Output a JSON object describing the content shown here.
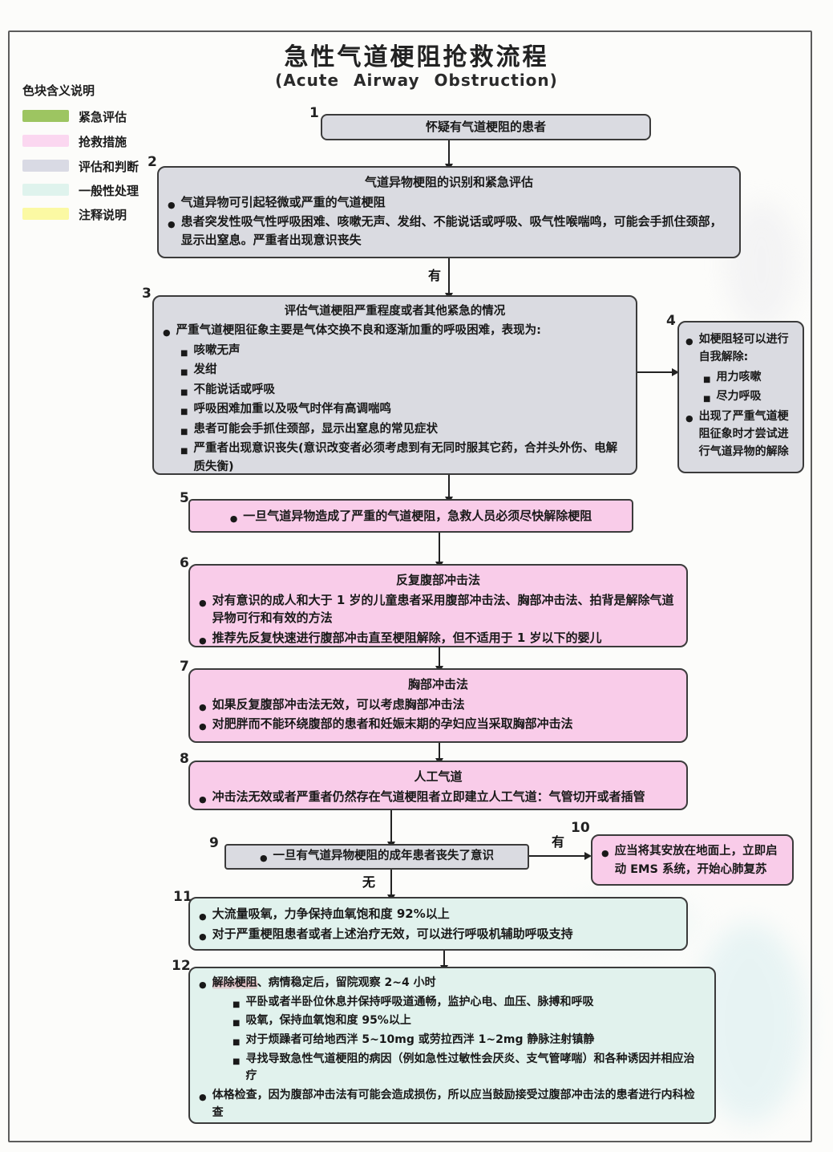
{
  "header": {
    "title": "急性气道梗阻抢救流程",
    "subtitle": "(Acute Airway Obstruction)"
  },
  "legend": {
    "title": "色块含义说明",
    "items": [
      {
        "label": "紧急评估",
        "color": "#9dc561"
      },
      {
        "label": "抢救措施",
        "color": "#fbd7f0"
      },
      {
        "label": "评估和判断",
        "color": "#d9dae4"
      },
      {
        "label": "一般性处理",
        "color": "#dff3ed"
      },
      {
        "label": "注释说明",
        "color": "#fbf9a3"
      }
    ]
  },
  "colors": {
    "assessment_gray": "#dadbe1",
    "rescue_pink": "#f9cce9",
    "general_cyan": "#e1f2ed",
    "highlight_red": "#e05a74"
  },
  "connectors": {
    "label_2_3": "有",
    "label_9_10": "有",
    "label_9_11": "无"
  },
  "boxes": [
    {
      "number": "1",
      "title": "怀疑有气道梗阻的患者"
    },
    {
      "number": "2",
      "title": "气道异物梗阻的识别和紧急评估",
      "bullets": [
        "气道异物可引起轻微或严重的气道梗阻",
        "患者突发性吸气性呼吸困难、咳嗽无声、发绀、不能说话或呼吸、吸气性喉喘鸣，可能会手抓住颈部，显示出窒息。严重者出现意识丧失"
      ]
    },
    {
      "number": "3",
      "title": "评估气道梗阻严重程度或者其他紧急的情况",
      "lead": "严重气道梗阻征象主要是气体交换不良和逐渐加重的呼吸困难，表现为:",
      "sub": [
        "咳嗽无声",
        "发绀",
        "不能说话或呼吸",
        "呼吸困难加重以及吸气时伴有高调喘鸣",
        "患者可能会手抓住颈部，显示出窒息的常见症状",
        "严重者出现意识丧失(意识改变者必须考虑到有无同时服其它药，合并头外伤、电解质失衡)"
      ]
    },
    {
      "number": "4",
      "b1": "如梗阻轻可以进行自我解除:",
      "sub": [
        "用力咳嗽",
        "尽力呼吸"
      ],
      "b2": "出现了严重气道梗阻征象时才尝试进行气道异物的解除"
    },
    {
      "number": "5",
      "text": "一旦气道异物造成了严重的气道梗阻，急救人员必须尽快解除梗阻"
    },
    {
      "number": "6",
      "title": "反复腹部冲击法",
      "bullets": [
        "对有意识的成人和大于 1 岁的儿童患者采用腹部冲击法、胸部冲击法、拍背是解除气道异物可行和有效的方法",
        "推荐先反复快速进行腹部冲击直至梗阻解除，但不适用于 1 岁以下的婴儿"
      ]
    },
    {
      "number": "7",
      "title": "胸部冲击法",
      "bullets": [
        "如果反复腹部冲击法无效，可以考虑胸部冲击法",
        "对肥胖而不能环绕腹部的患者和妊娠末期的孕妇应当采取胸部冲击法"
      ]
    },
    {
      "number": "8",
      "title": "人工气道",
      "bullets": [
        "冲击法无效或者严重者仍然存在气道梗阻者立即建立人工气道：气管切开或者插管"
      ]
    },
    {
      "number": "9",
      "text": "一旦有气道异物梗阻的成年患者丧失了意识"
    },
    {
      "number": "10",
      "text": "应当将其安放在地面上，立即启动 EMS 系统，开始心肺复苏"
    },
    {
      "number": "11",
      "bullets": [
        "大流量吸氧，力争保持血氧饱和度 92%以上",
        "对于严重梗阻患者或者上述治疗无效，可以进行呼吸机辅助呼吸支持"
      ]
    },
    {
      "number": "12",
      "b1": {
        "highlight": "解除梗阻",
        "rest": "、病情稳定后，留院观察 2~4 小时"
      },
      "sub": [
        "平卧或者半卧位休息并保持呼吸道通畅，监护心电、血压、脉搏和呼吸",
        "吸氧，保持血氧饱和度 95%以上",
        "对于烦躁者可给地西泮 5~10mg 或劳拉西泮 1~2mg 静脉注射镇静",
        "寻找导致急性气道梗阻的病因（例如急性过敏性会厌炎、支气管哮喘）和各种诱因并相应治疗"
      ],
      "b2": "体格检查，因为腹部冲击法有可能会造成损伤，所以应当鼓励接受过腹部冲击法的患者进行内科检查"
    }
  ]
}
